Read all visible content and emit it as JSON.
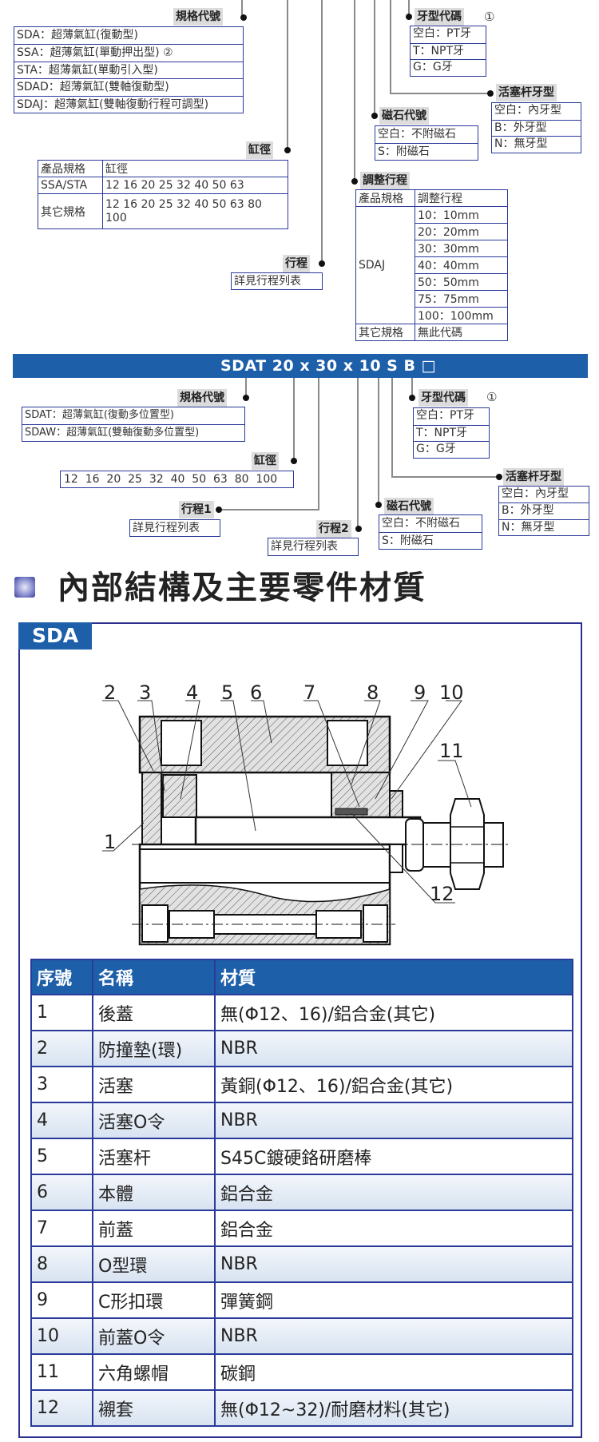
{
  "top": {
    "spec_code": {
      "label": "規格代號",
      "items": [
        "SDA：超薄氣缸(復動型)",
        "SSA：超薄氣缸(單動押出型) ②",
        "STA：超薄氣缸(單動引入型)",
        "SDAD：超薄氣缸(雙軸復動型)",
        "SDAJ：超薄氣缸(雙軸復動行程可調型)"
      ]
    },
    "bore": {
      "label": "缸徑",
      "header": [
        "產品規格",
        "缸徑"
      ],
      "rows": [
        [
          "SSA/STA",
          "12  16  20  25  32  40  50  63"
        ],
        [
          "其它規格",
          "12  16  20  25  32  40  50  63 80  100"
        ]
      ]
    },
    "stroke": {
      "label": "行程",
      "note": "詳見行程列表"
    },
    "thread_code": {
      "label": "牙型代碼",
      "marker": "①",
      "items": [
        "空白：PT牙",
        "T：NPT牙",
        "G：G牙"
      ]
    },
    "rod_thread": {
      "label": "活塞杆牙型",
      "items": [
        "空白：內牙型",
        "B：外牙型",
        "N：無牙型"
      ]
    },
    "magnet": {
      "label": "磁石代號",
      "items": [
        "空白：不附磁石",
        "S：附磁石"
      ]
    },
    "adj_stroke": {
      "label": "調整行程",
      "header": [
        "產品規格",
        "調整行程"
      ],
      "product": "SDAJ",
      "values": [
        "10：10mm",
        "20：20mm",
        "30：30mm",
        "40：40mm",
        "50：50mm",
        "75：75mm",
        "100：100mm"
      ],
      "other": [
        "其它規格",
        "無此代碼"
      ]
    }
  },
  "sdat": {
    "banner": "SDAT 20 x 30 x 10 S B □",
    "spec_code": {
      "label": "規格代號",
      "items": [
        "SDAT：超薄氣缸(復動多位置型)",
        "SDAW：超薄氣缸(雙軸復動多位置型)"
      ]
    },
    "bore": {
      "label": "缸徑",
      "values": "12  16  20  25  32  40  50  63  80  100"
    },
    "stroke1": {
      "label": "行程1",
      "note": "詳見行程列表"
    },
    "stroke2": {
      "label": "行程2",
      "note": "詳見行程列表"
    },
    "magnet": {
      "label": "磁石代號",
      "items": [
        "空白：不附磁石",
        "S：附磁石"
      ]
    },
    "thread_code": {
      "label": "牙型代碼",
      "marker": "①",
      "items": [
        "空白：PT牙",
        "T：NPT牙",
        "G：G牙"
      ]
    },
    "rod_thread": {
      "label": "活塞杆牙型",
      "items": [
        "空白：內牙型",
        "B：外牙型",
        "N：無牙型"
      ]
    }
  },
  "section": {
    "title": "內部結構及主要零件材質",
    "model_tag": "SDA"
  },
  "diagram": {
    "numbers": [
      "1",
      "2",
      "3",
      "4",
      "5",
      "6",
      "7",
      "8",
      "9",
      "10",
      "11",
      "12"
    ]
  },
  "parts_table": {
    "headers": [
      "序號",
      "名稱",
      "材質"
    ],
    "rows": [
      [
        "1",
        "後蓋",
        "無(Φ12、16)/鋁合金(其它)"
      ],
      [
        "2",
        "防撞墊(環)",
        "NBR"
      ],
      [
        "3",
        "活塞",
        "黃銅(Φ12、16)/鋁合金(其它)"
      ],
      [
        "4",
        "活塞O令",
        "NBR"
      ],
      [
        "5",
        "活塞杆",
        "S45C鍍硬鉻研磨棒"
      ],
      [
        "6",
        "本體",
        "鋁合金"
      ],
      [
        "7",
        "前蓋",
        "鋁合金"
      ],
      [
        "8",
        "O型環",
        "NBR"
      ],
      [
        "9",
        "C形扣環",
        "彈簧鋼"
      ],
      [
        "10",
        "前蓋O令",
        "NBR"
      ],
      [
        "11",
        "六角螺帽",
        "碳鋼"
      ],
      [
        "12",
        "襯套",
        "無(Φ12~32)/耐磨材料(其它)"
      ]
    ]
  },
  "colors": {
    "brand_blue": "#1d5fa9",
    "border_blue": "#2b3a9a",
    "label_gray": "#dcdcdc"
  }
}
